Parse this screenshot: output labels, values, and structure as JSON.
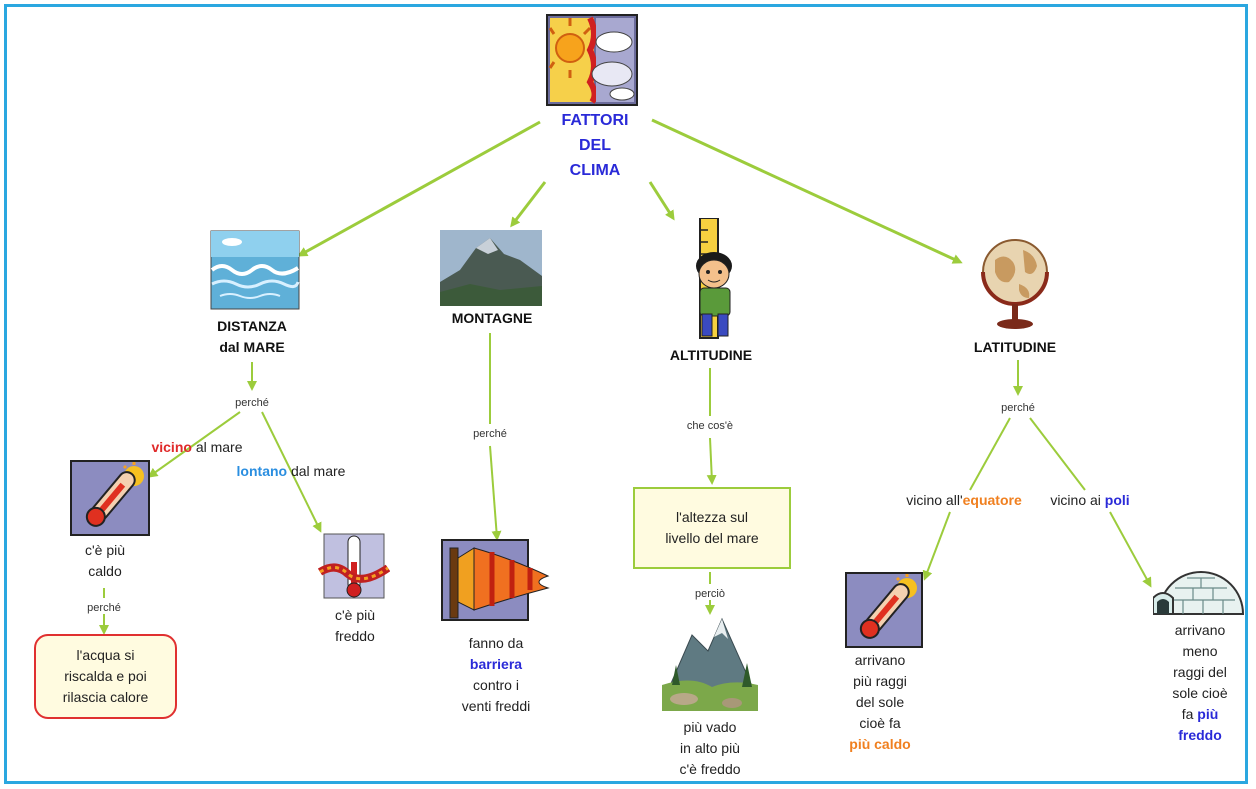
{
  "root": {
    "l1": "FATTORI",
    "l2": "DEL",
    "l3": "CLIMA"
  },
  "distanza": {
    "title_l1": "DISTANZA",
    "title_l2": "dal  MARE",
    "link": "perché",
    "vicino_a": "vicino",
    "vicino_b": " al mare",
    "lontano_a": "lontano",
    "lontano_b": " dal mare",
    "caldo_l1": "c'è  più",
    "caldo_l2": "caldo",
    "caldo_link": "perché",
    "box_l1": "l'acqua  si",
    "box_l2": "riscalda  e  poi",
    "box_l3": "rilascia  calore",
    "freddo_l1": "c'è  più",
    "freddo_l2": "freddo"
  },
  "montagne": {
    "title": "MONTAGNE",
    "link": "perché",
    "l1": "fanno  da",
    "l2": "barriera",
    "l3": "contro  i",
    "l4": "venti  freddi"
  },
  "altitudine": {
    "title": "ALTITUDINE",
    "link": "che  cos'è",
    "box_l1": "l'altezza  sul",
    "box_l2": "livello  del  mare",
    "link2": "perciò",
    "l1": "più  vado",
    "l2": "in  alto  più",
    "l3": "c'è  freddo"
  },
  "latitudine": {
    "title": "LATITUDINE",
    "link": "perché",
    "eq_a": "vicino  all'",
    "eq_b": "equatore",
    "poli_a": "vicino  ai ",
    "poli_b": "poli",
    "caldo_l1": "arrivano",
    "caldo_l2": "più  raggi",
    "caldo_l3": "del  sole",
    "caldo_l4": "cioè  fa",
    "caldo_l5": "più  caldo",
    "freddo_l1": "arrivano",
    "freddo_l2": "meno",
    "freddo_l3": "raggi  del",
    "freddo_l4": "sole  cioè",
    "freddo_l5a": "fa ",
    "freddo_l5b": "più",
    "freddo_l6": "freddo"
  },
  "colors": {
    "arrow": "#9ccc3c",
    "frame": "#2aa7e0",
    "blue": "#2a2ad8",
    "red": "#e02a2a",
    "orange": "#f08020"
  },
  "icons": [
    "climate-icon",
    "sea-icon",
    "mountain-photo",
    "boy-measure-icon",
    "globe-icon",
    "thermometer-hot-icon",
    "thermometer-cold-icon",
    "windsock-icon",
    "landscape-icon",
    "igloo-icon"
  ]
}
